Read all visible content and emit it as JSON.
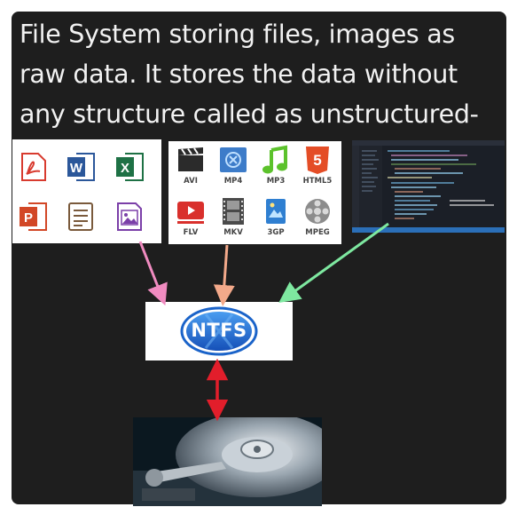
{
  "headline": "File System storing files, images as raw data. It stores the data without any structure called as unstructured-data.",
  "file_icons": [
    "pdf-icon",
    "word-icon",
    "excel-icon",
    "powerpoint-icon",
    "text-document-icon",
    "image-file-icon"
  ],
  "media_formats": [
    {
      "label": "AVI",
      "icon": "clapperboard-icon"
    },
    {
      "label": "MP4",
      "icon": "video-file-icon"
    },
    {
      "label": "MP3",
      "icon": "music-note-icon"
    },
    {
      "label": "HTML5",
      "icon": "html5-icon"
    },
    {
      "label": "FLV",
      "icon": "flash-video-icon"
    },
    {
      "label": "MKV",
      "icon": "film-strip-icon"
    },
    {
      "label": "3GP",
      "icon": "mobile-video-icon"
    },
    {
      "label": "MPEG",
      "icon": "film-reel-icon"
    }
  ],
  "file_system": {
    "label": "NTFS"
  },
  "storage": {
    "image": "hard-disk-drive"
  },
  "arrow_colors": {
    "documents": "#f08bc0",
    "media": "#f3a98a",
    "code": "#7ee8a0",
    "disk": "#e21e2b"
  },
  "colors": {
    "panel": "#1e1e1e",
    "ntfs_blue": "#1a63c9"
  }
}
